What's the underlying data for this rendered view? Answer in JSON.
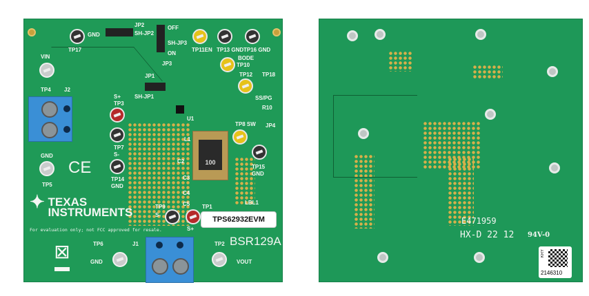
{
  "front": {
    "brand": "TEXAS INSTRUMENTS",
    "brand_line1": "TEXAS",
    "brand_line2": "INSTRUMENTS",
    "disclaimer": "For evaluation only; not FCC approved for resale.",
    "board_label": "TPS62932EVM",
    "lbl": "LBL1",
    "revision": "BSR129A",
    "inductor_marking": "100",
    "silk": {
      "tp17": "TP17",
      "gnd1": "GND",
      "jp2": "JP2",
      "shjp2": "SH-JP2",
      "off": "OFF",
      "shjp3": "SH-JP3",
      "on": "ON",
      "jp3": "JP3",
      "jp1": "JP1",
      "shjp1": "SH-JP1",
      "tp11": "TP11EN",
      "tp13": "TP13 GND",
      "tp16": "TP16 GND",
      "bode": "BODE",
      "tp10": "TP10",
      "tp12": "TP12",
      "tp18": "TP18",
      "sspg": "SS/PG",
      "vin": "VIN",
      "tp4": "TP4",
      "j2": "J2",
      "splus3": "S+",
      "tp3": "TP3",
      "tp7": "TP7",
      "sminus7": "S-",
      "tp14": "TP14",
      "gnd14": "GND",
      "gnd5": "GND",
      "tp5": "TP5",
      "tp8": "TP8 SW",
      "tp15": "TP15",
      "gnd15": "GND",
      "l1": "L1",
      "c5": "C5",
      "tp9": "TP9",
      "s9": "S-",
      "tp1": "TP1",
      "s1": "S+",
      "tp6": "TP6",
      "gnd6": "GND",
      "j1": "J1",
      "tp2": "TP2",
      "vout": "VOUT",
      "jp4": "JP4",
      "r10": "R10",
      "u1": "U1",
      "c2": "C2",
      "c3": "C3",
      "c4": "C4",
      "ce": "CE"
    }
  },
  "back": {
    "ul_number": "E471959",
    "date_code": "HX-D 22 12",
    "flammability": "94V-0",
    "qr_text": "KRY",
    "serial": "2146310"
  }
}
